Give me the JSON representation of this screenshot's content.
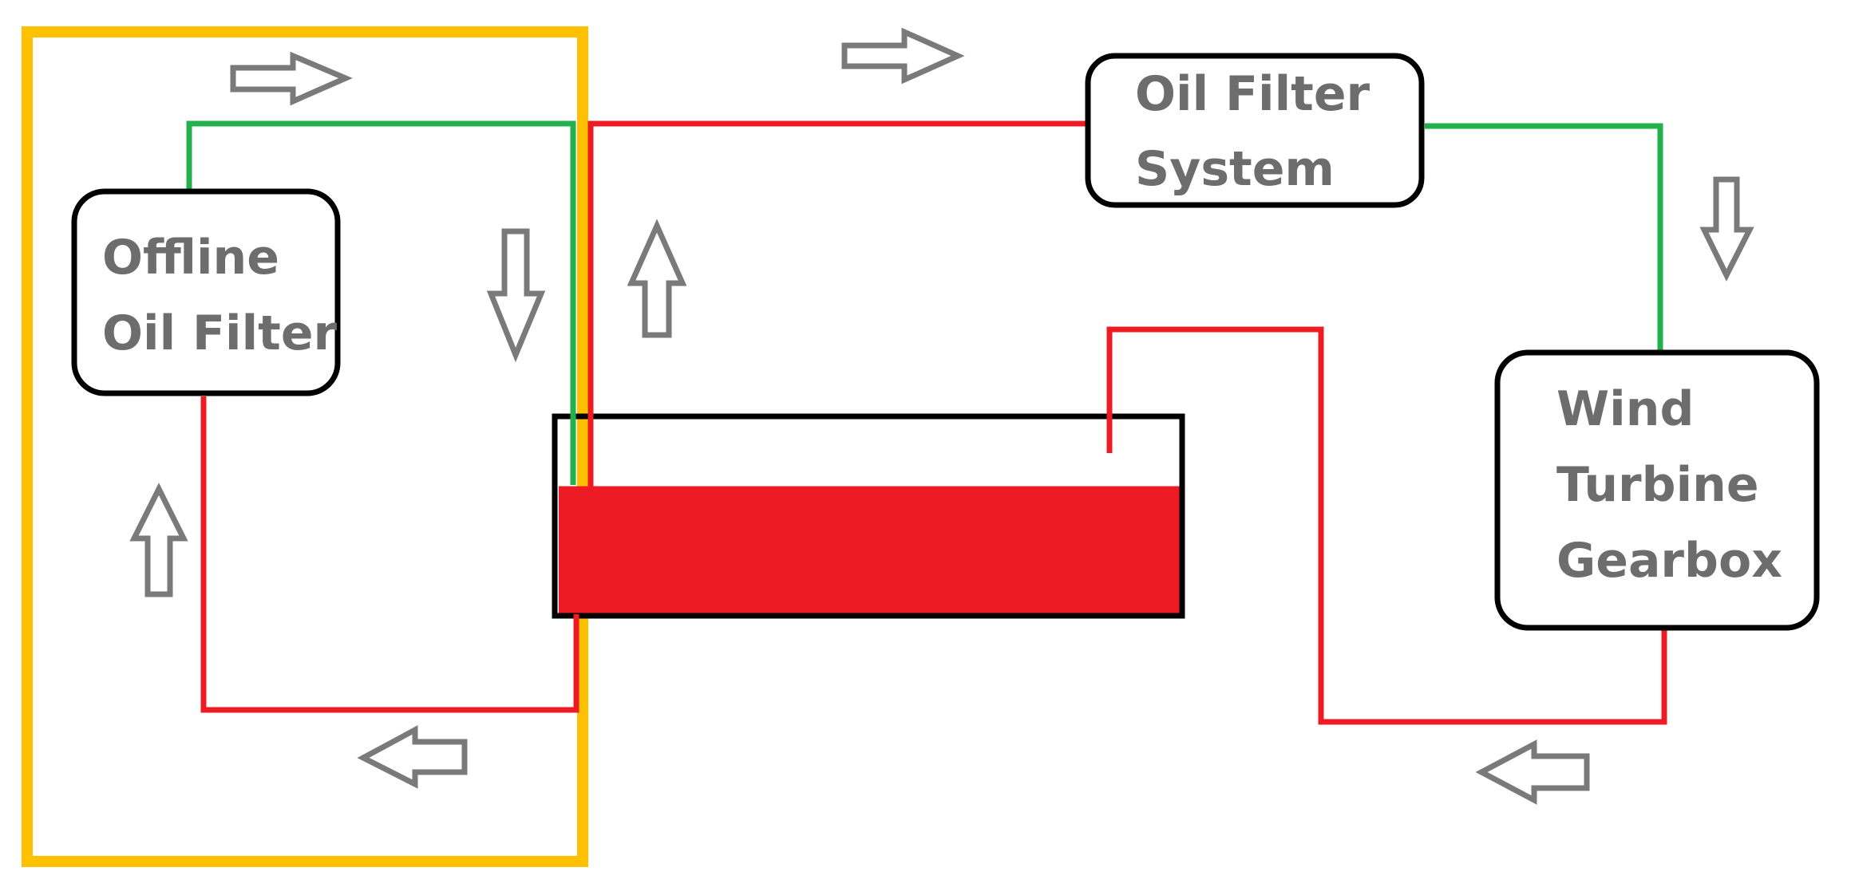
{
  "colors": {
    "highlight_frame": "#ffc000",
    "oil_return_line": "#ed1c24",
    "oil_supply_line": "#22b14c",
    "oil_in_tank": "#ed1c24",
    "box_border": "#000000",
    "label_text": "#6d6d6d",
    "flow_arrow": "#7a7a7a"
  },
  "components": {
    "offline_filter": {
      "line1": "Offline",
      "line2": "Oil Filter"
    },
    "oil_filter_system": {
      "line1": "Oil Filter",
      "line2": "System"
    },
    "gearbox": {
      "line1": "Wind",
      "line2": "Turbine",
      "line3": "Gearbox"
    },
    "oil_tank": {
      "fill_level": 0.65
    }
  },
  "flow_arrows": [
    {
      "id": "top-left",
      "direction": "right-arrow-icon"
    },
    {
      "id": "top-center",
      "direction": "right-arrow-icon"
    },
    {
      "id": "inner-right",
      "direction": "down-arrow-icon"
    },
    {
      "id": "riser",
      "direction": "up-arrow-icon"
    },
    {
      "id": "gearbox-inlet",
      "direction": "down-arrow-icon"
    },
    {
      "id": "left-return",
      "direction": "up-arrow-icon"
    },
    {
      "id": "bottom-left",
      "direction": "left-arrow-icon"
    },
    {
      "id": "bottom-right",
      "direction": "left-arrow-icon"
    }
  ]
}
